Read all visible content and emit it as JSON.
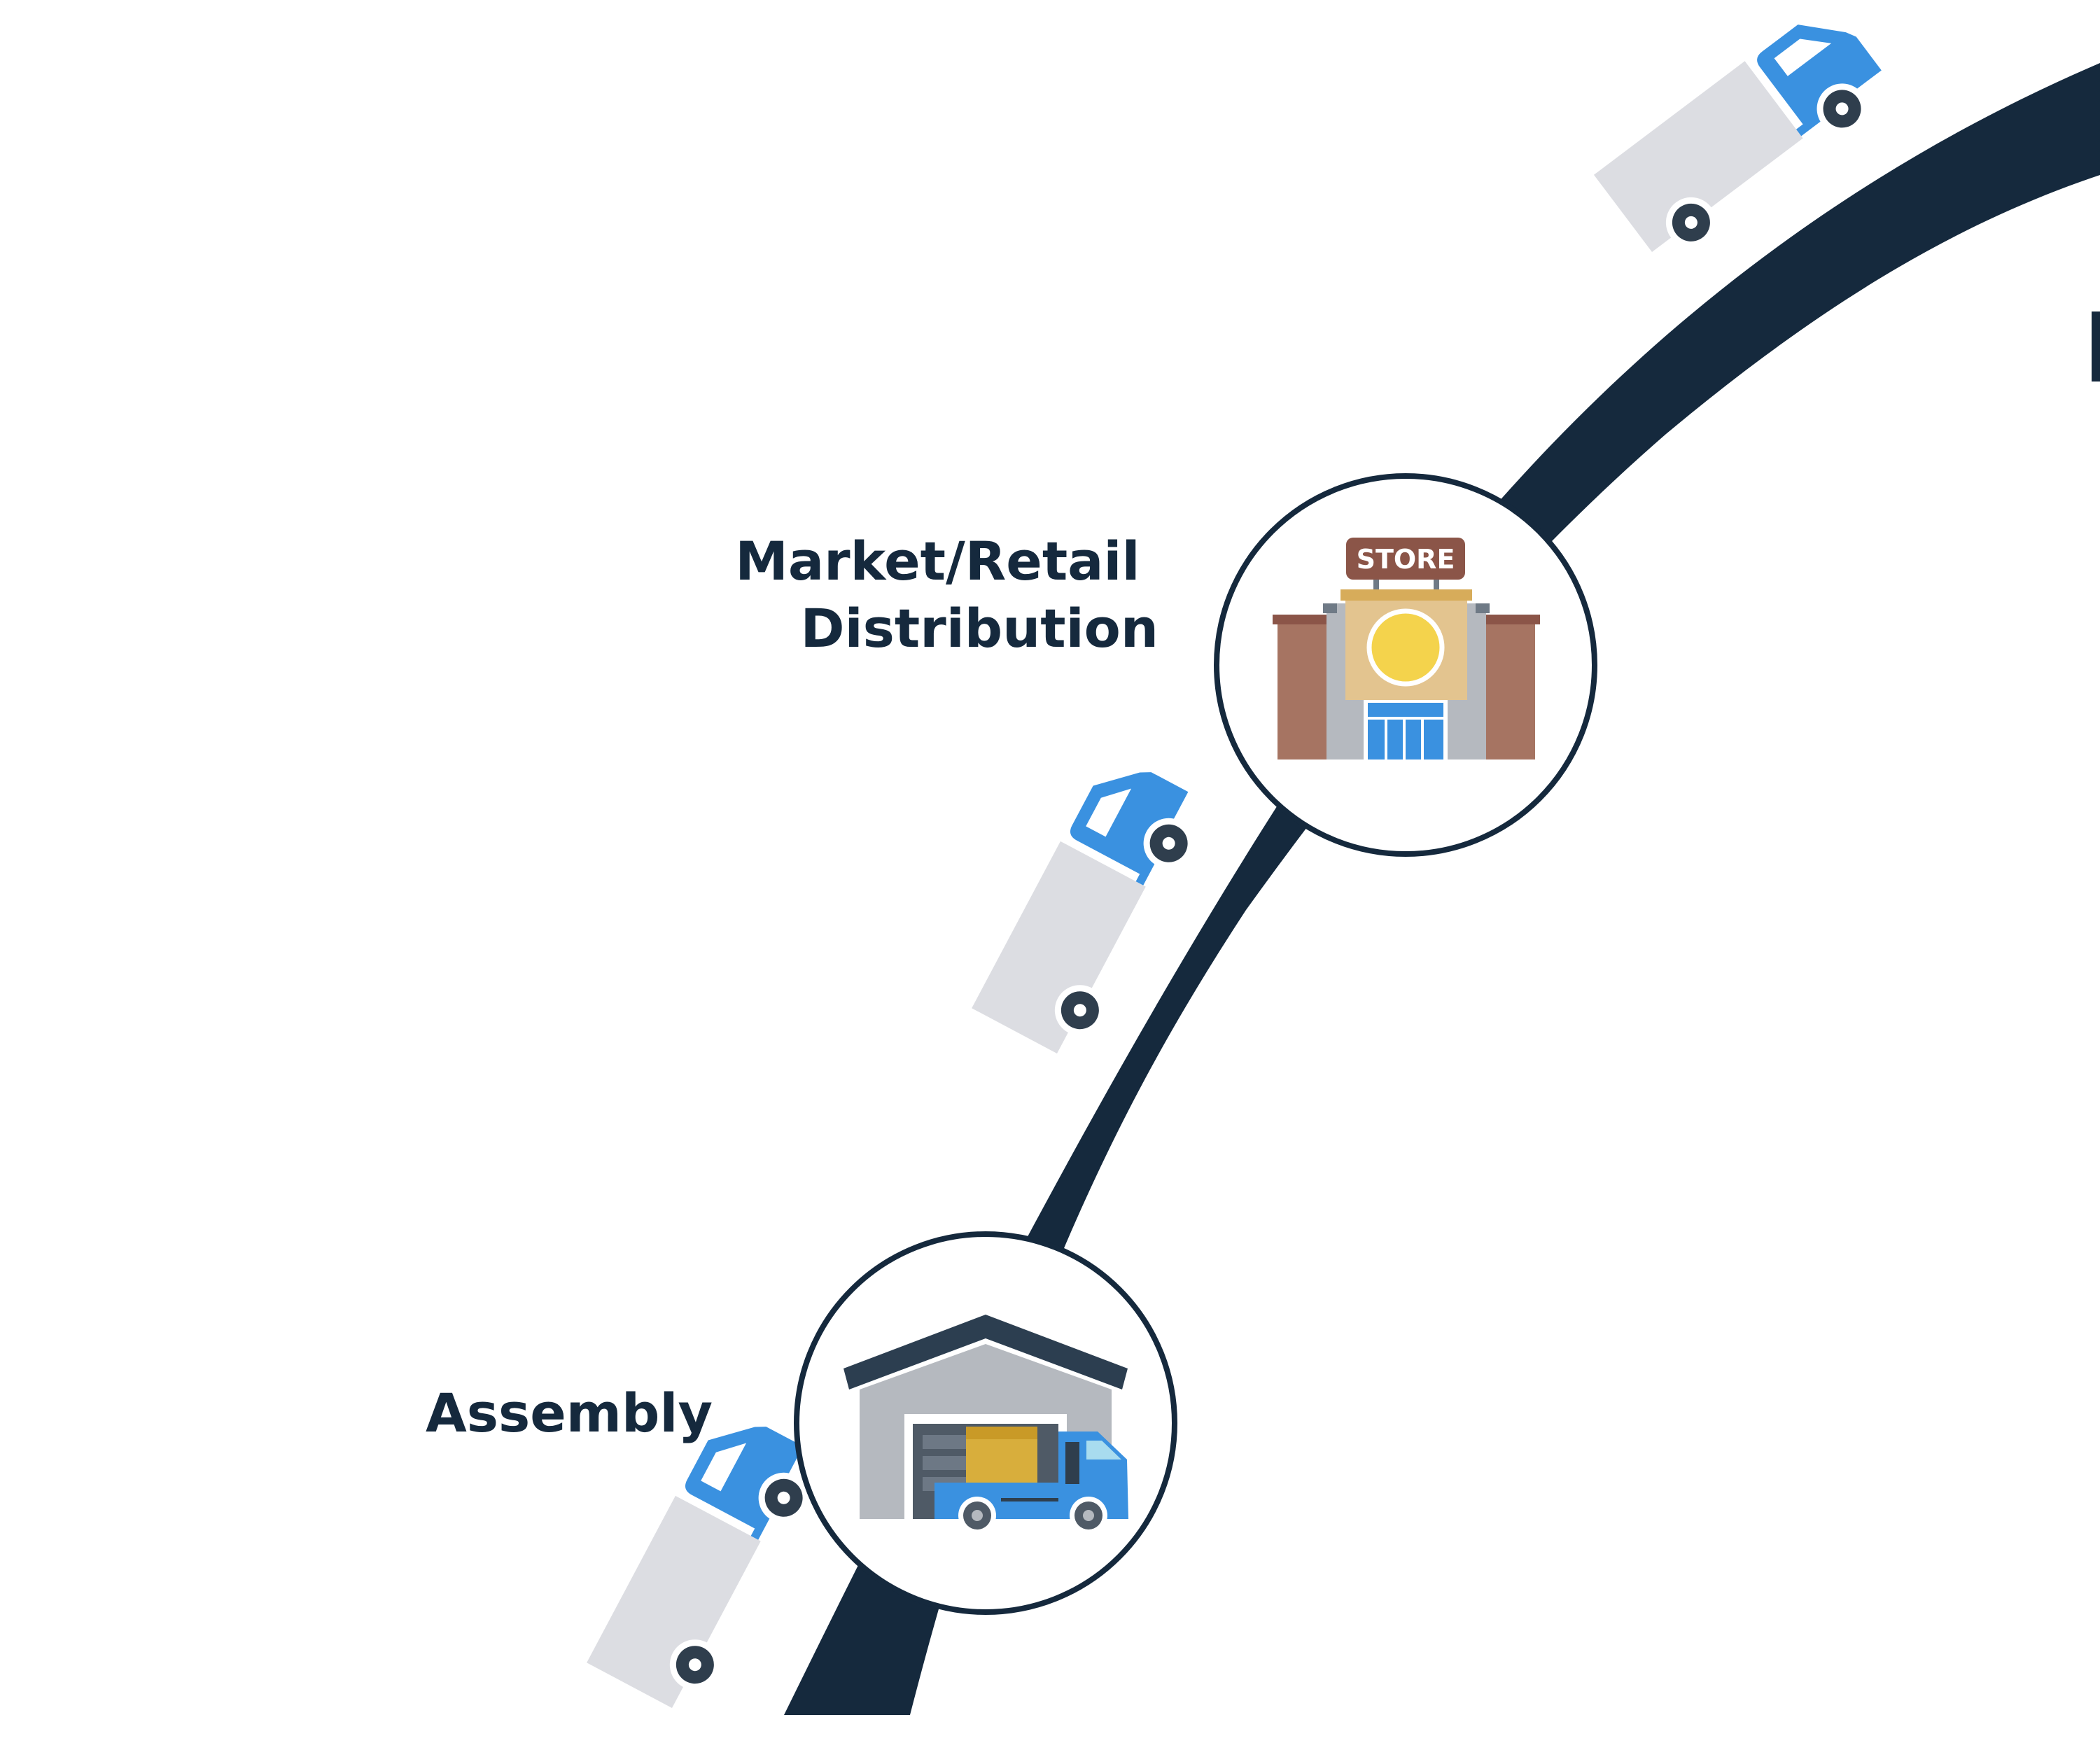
{
  "stages": [
    {
      "id": "assembly",
      "label": "Assembly",
      "icon": "warehouse-truck-icon"
    },
    {
      "id": "market",
      "label_lines": [
        "Market/Retail",
        "Distribution"
      ],
      "icon": "store-icon",
      "sign": "STORE"
    }
  ],
  "road": {
    "label": "Products -->"
  },
  "colors": {
    "road": "#15293d",
    "text": "#15293d",
    "truck": "#3a91e0",
    "cargo": "#dcdde2",
    "circle_outline": "#15293d",
    "store_wall": "#a67462",
    "store_sign": "#8b5548",
    "store_badge": "#f4d34c",
    "warehouse_roof": "#2c3e50",
    "warehouse_wall": "#b5b9bf",
    "box": "#d8ae3c"
  },
  "icons": [
    "truck-icon",
    "warehouse-truck-icon",
    "store-icon"
  ]
}
